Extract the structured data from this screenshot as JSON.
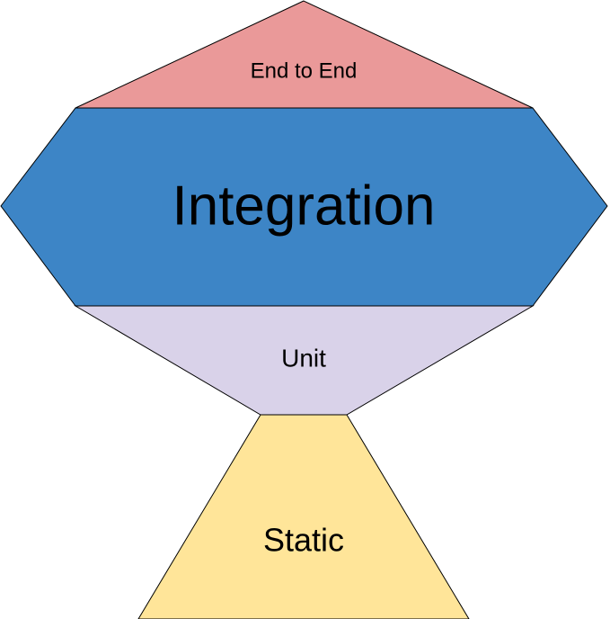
{
  "diagram": {
    "sections": [
      {
        "id": "end-to-end",
        "label": "End to End",
        "color": "#EA9999"
      },
      {
        "id": "integration",
        "label": "Integration",
        "color": "#3D85C6"
      },
      {
        "id": "unit",
        "label": "Unit",
        "color": "#D9D2E9"
      },
      {
        "id": "static",
        "label": "Static",
        "color": "#FFE599"
      }
    ]
  }
}
